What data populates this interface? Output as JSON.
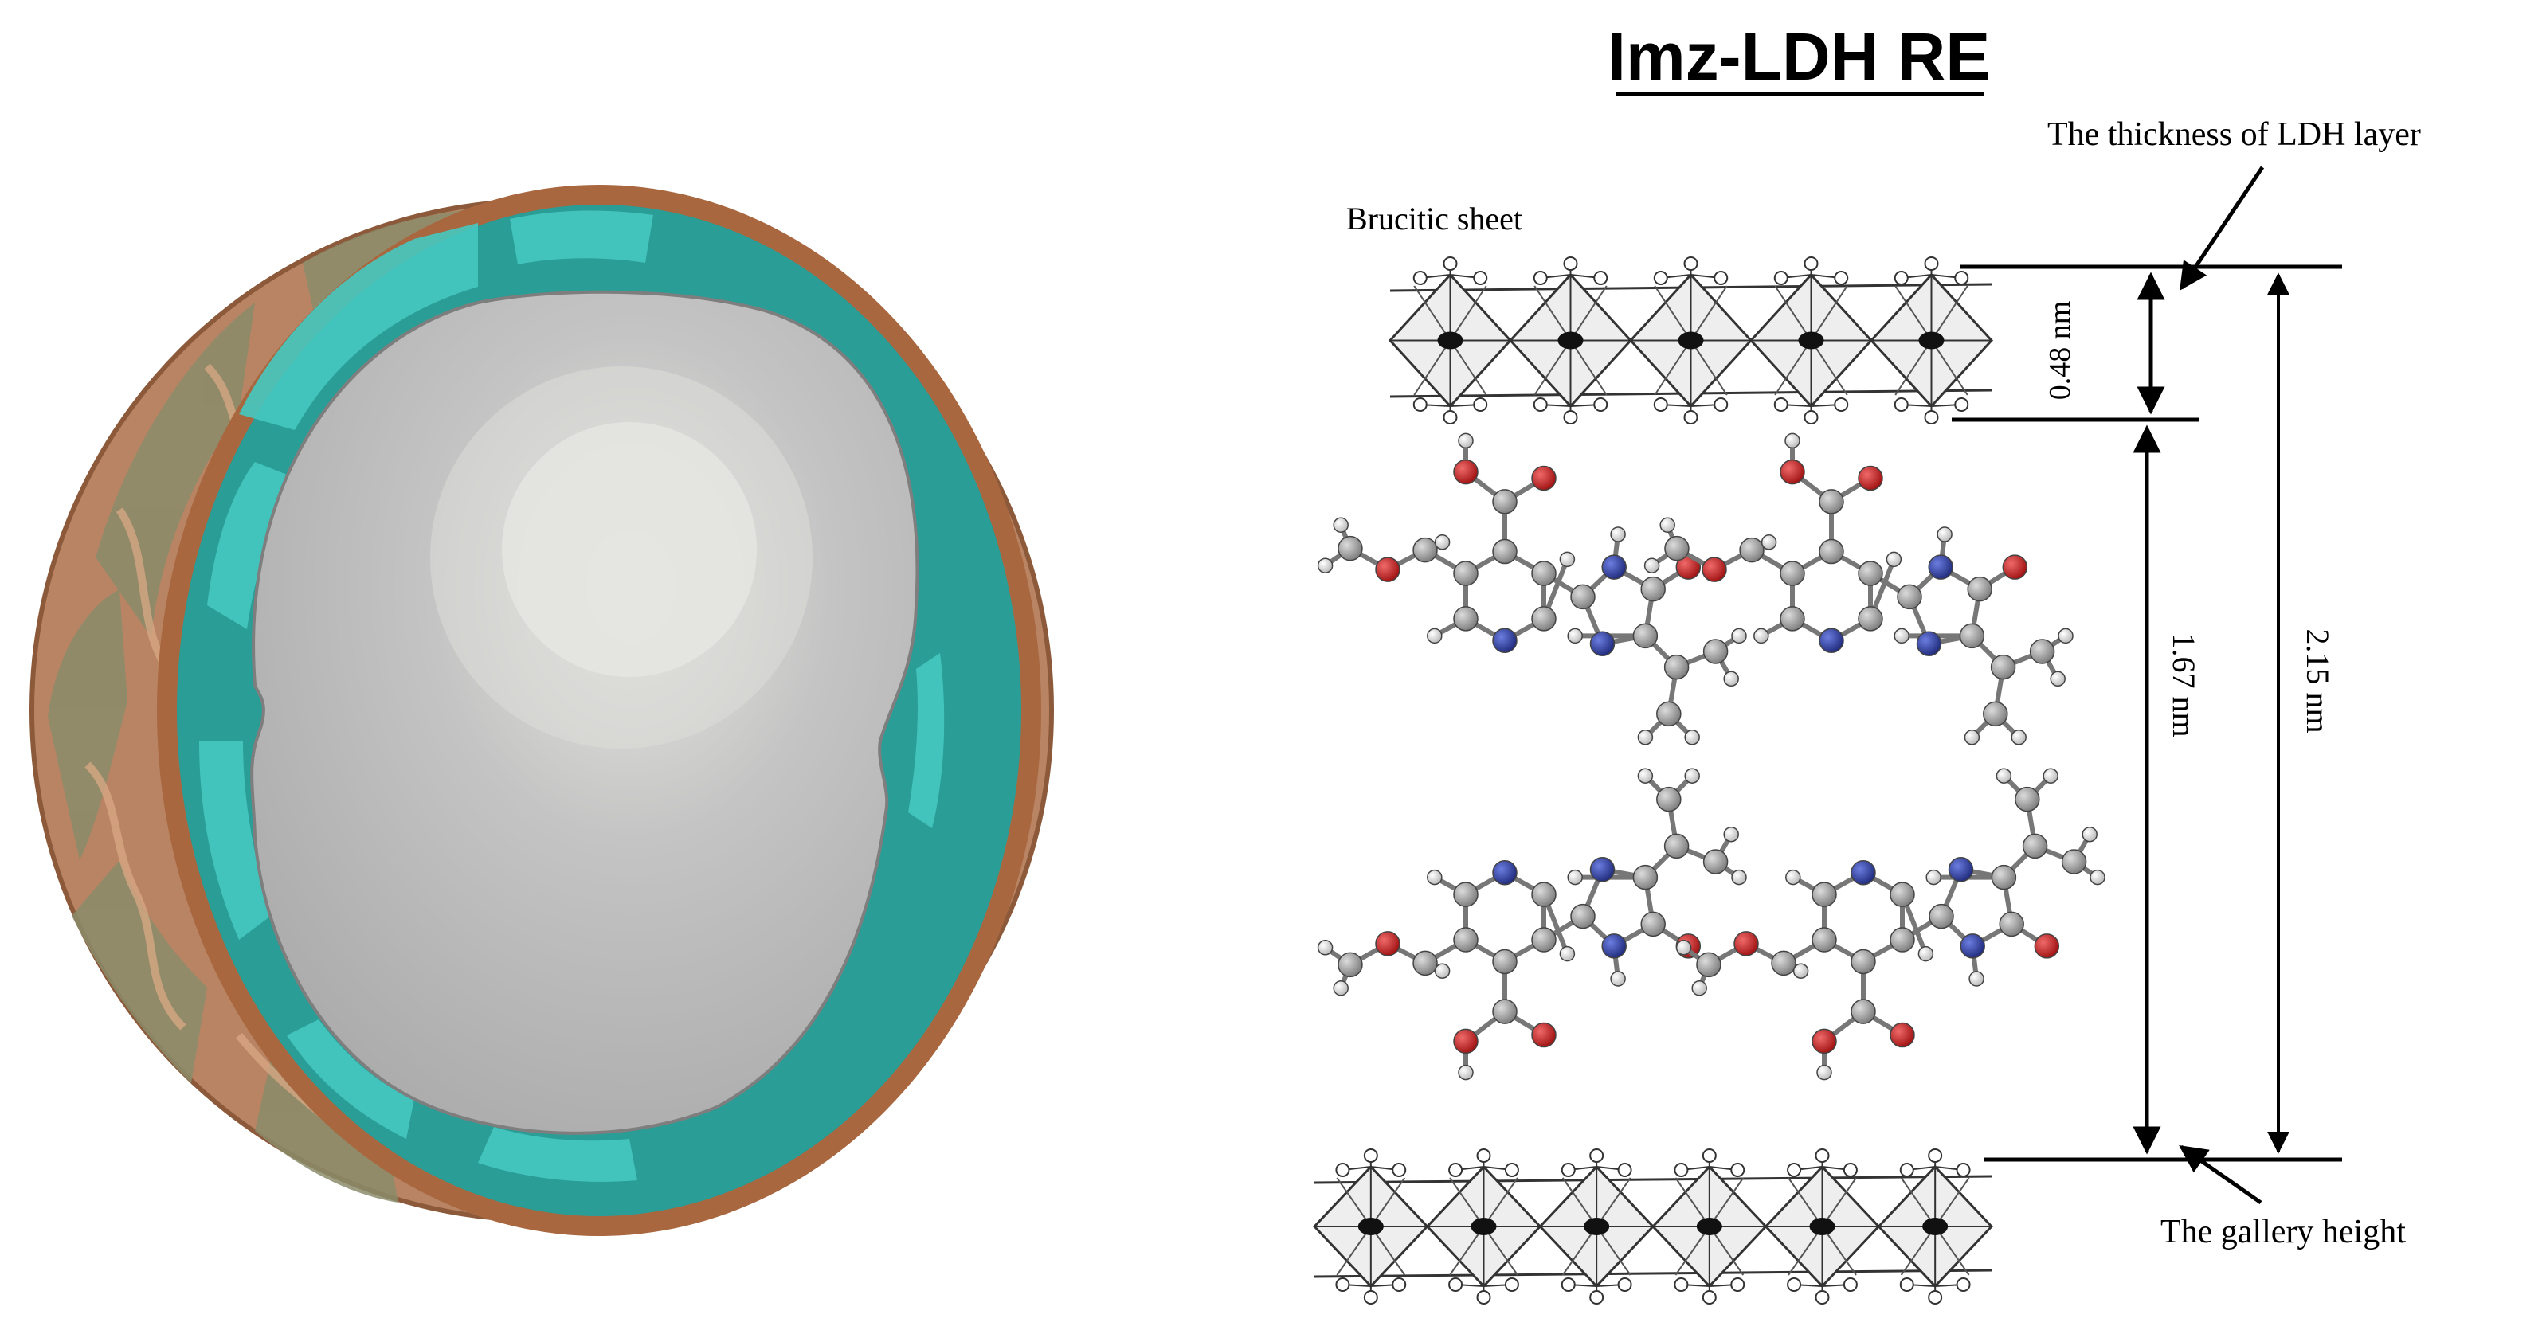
{
  "title": "Imz-LDH RE",
  "labels": {
    "brucitic_sheet": "Brucitic sheet",
    "layer_thickness": "The thickness of LDH layer",
    "gallery_height": "The gallery height"
  },
  "dimensions": {
    "layer": "0.48 nm",
    "gallery": "1.67 nm",
    "total": "2.15 nm"
  },
  "colors": {
    "shell_brown": "#b98463",
    "shell_rim": "#a8673f",
    "shell_green": "#8a8d6c",
    "teal": "#2a9d96",
    "teal_light": "#45c9c1",
    "core_gray": "#b5b5b5",
    "carbon": "#8a8a8a",
    "nitrogen": "#2c3c9e",
    "oxygen": "#c42020",
    "hydrogen": "#f2f2f2"
  },
  "icons": {
    "particle": "core-shell-sphere-icon",
    "sheet": "brucitic-sheet-icon",
    "molecule": "imazapic-molecule-icon"
  }
}
